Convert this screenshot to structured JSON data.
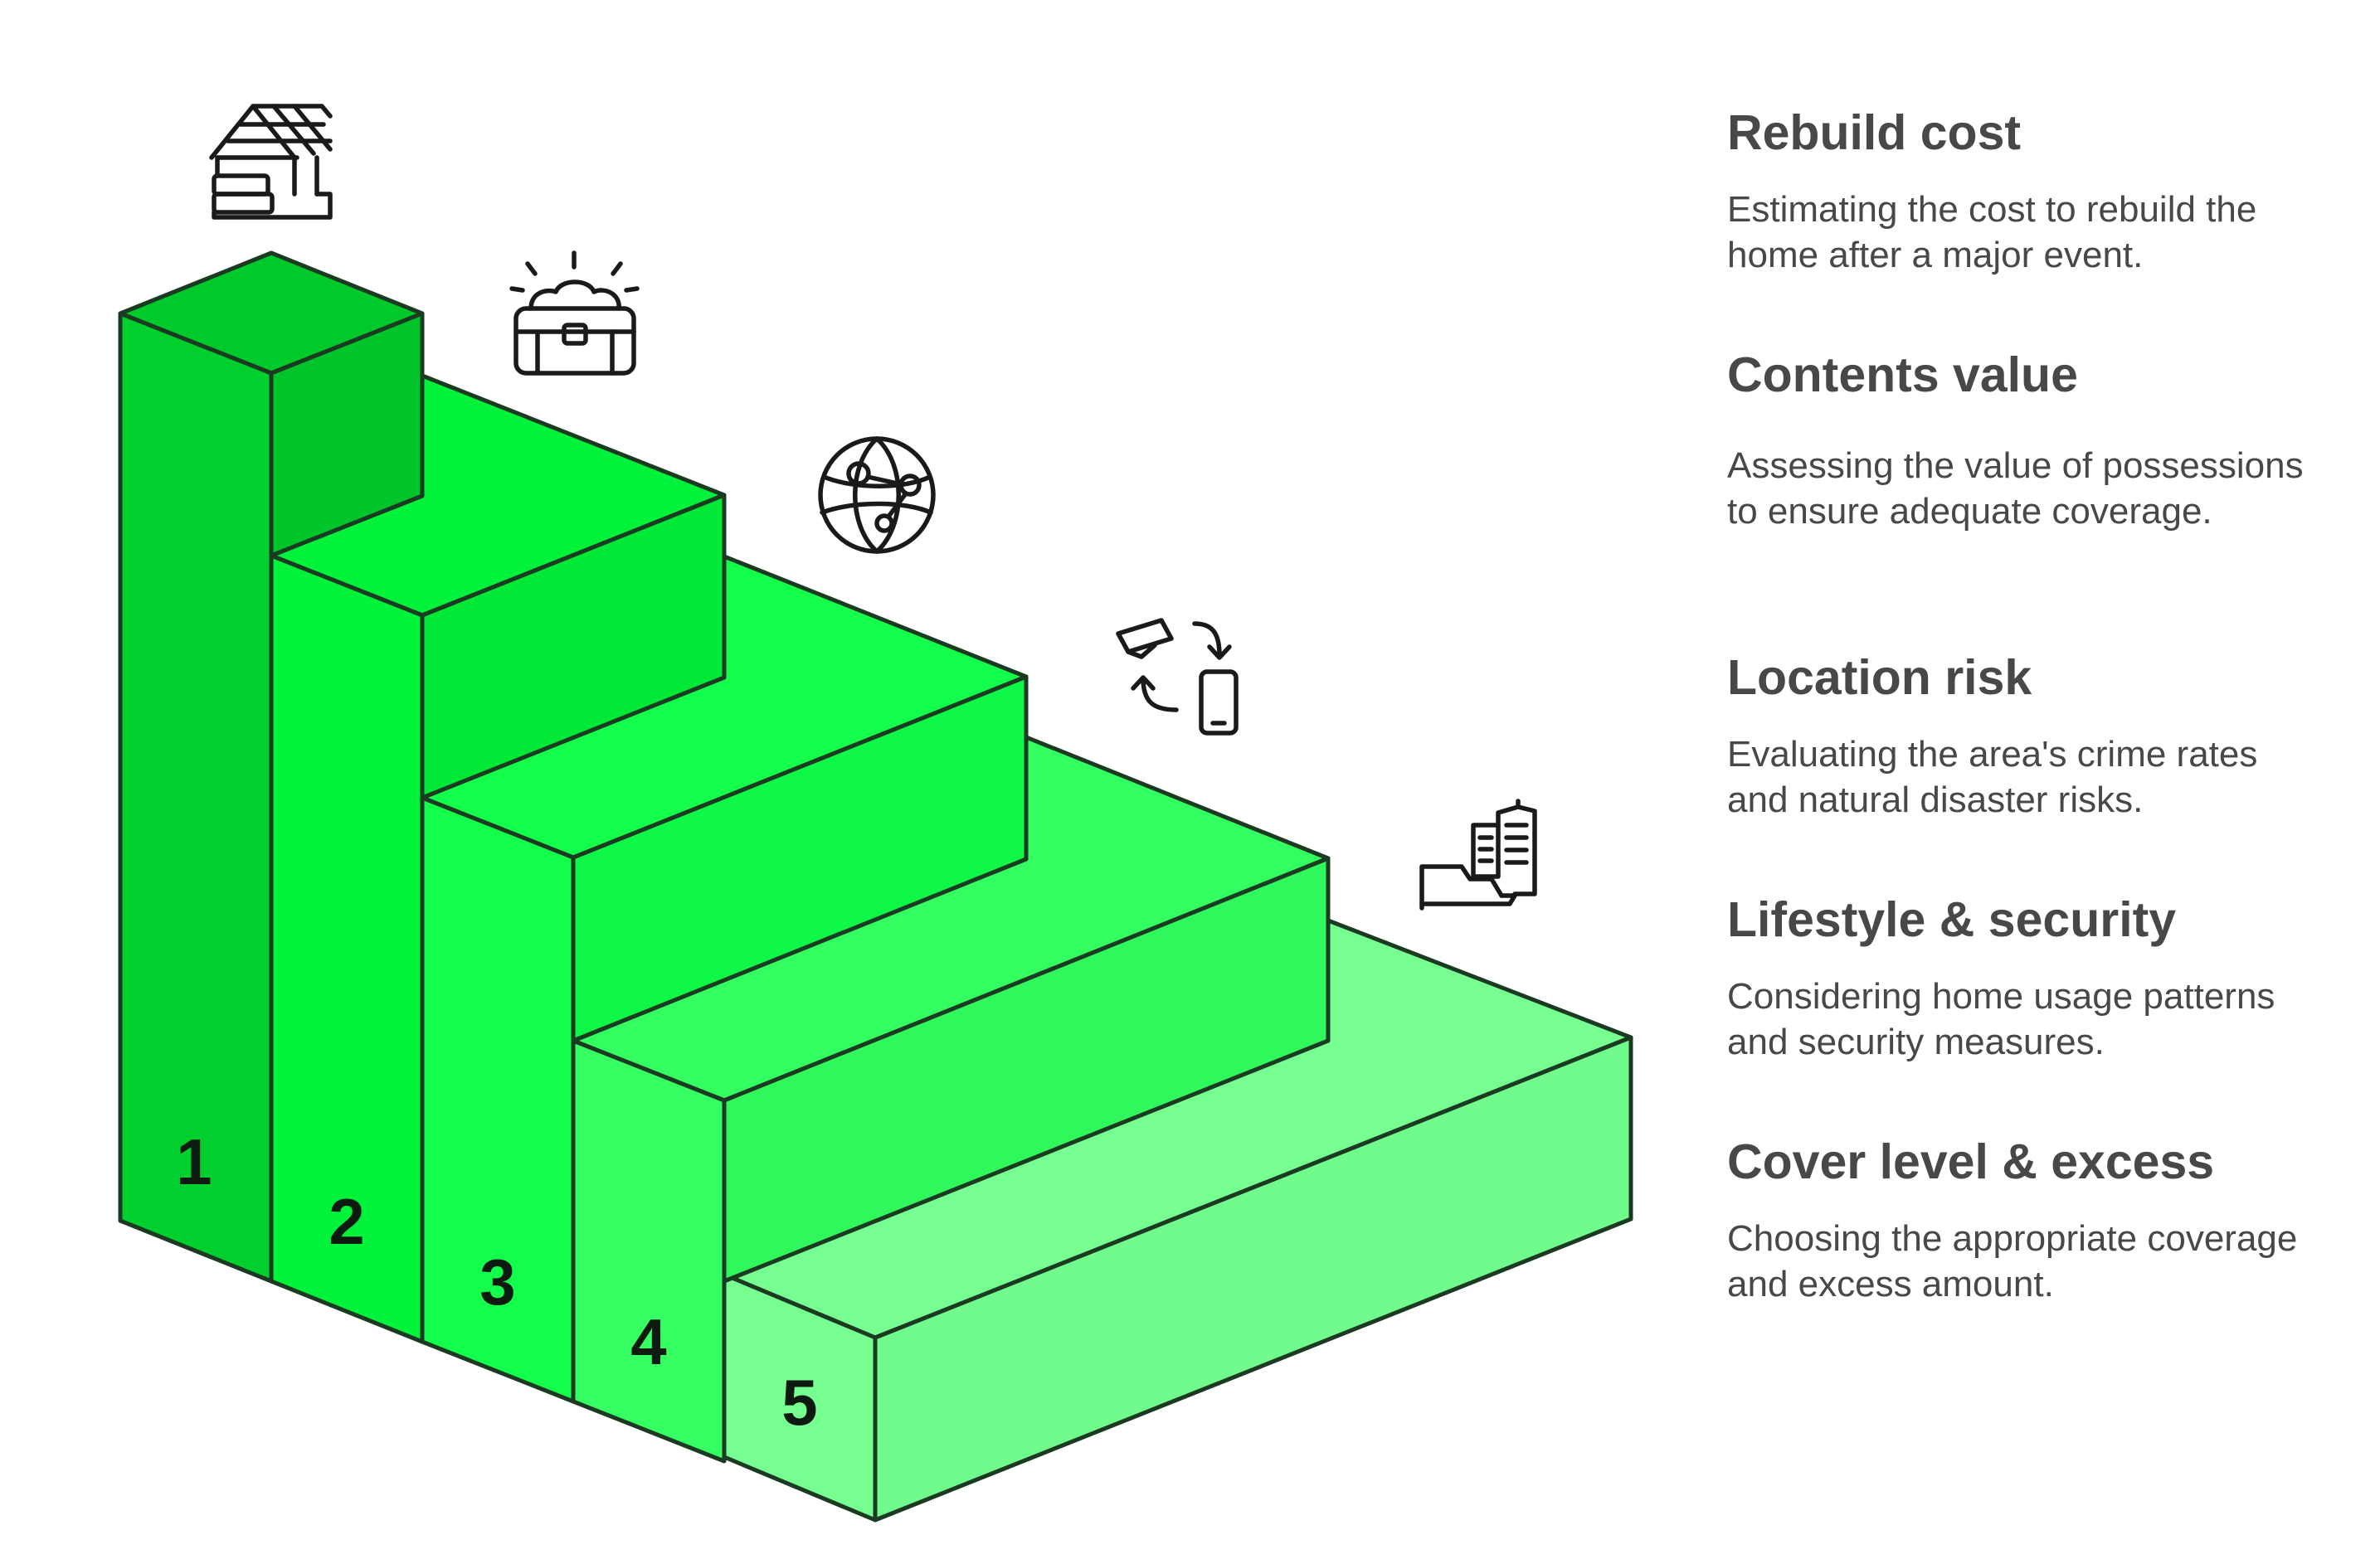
{
  "steps": [
    {
      "number": "1",
      "title": "Rebuild cost",
      "description": "Estimating the cost to rebuild the home after a major event.",
      "icon": "house-building-icon",
      "colors": {
        "top": "#00c92c",
        "front": "#00cf2d",
        "side": "#00c52a"
      }
    },
    {
      "number": "2",
      "title": "Contents value",
      "description": "Assessing the value of possessions to ensure adequate coverage.",
      "icon": "treasure-chest-icon",
      "colors": {
        "top": "#00f23a",
        "front": "#00f23a",
        "side": "#00e936"
      }
    },
    {
      "number": "3",
      "title": "Location risk",
      "description": "Evaluating the area's crime rates and natural disaster risks.",
      "icon": "globe-network-icon",
      "colors": {
        "top": "#14ff4b",
        "front": "#14ff4b",
        "side": "#0ff847"
      }
    },
    {
      "number": "4",
      "title": "Lifestyle & security",
      "description": "Considering home usage patterns and security measures.",
      "icon": "camera-phone-sync-icon",
      "colors": {
        "top": "#33ff61",
        "front": "#36ff63",
        "side": "#30f85c"
      }
    },
    {
      "number": "5",
      "title": "Cover level & excess",
      "description": "Choosing the appropriate coverage and excess amount.",
      "icon": "hand-buildings-icon",
      "colors": {
        "top": "#77ff92",
        "front": "#77ff92",
        "side": "#72fb8d"
      }
    }
  ]
}
